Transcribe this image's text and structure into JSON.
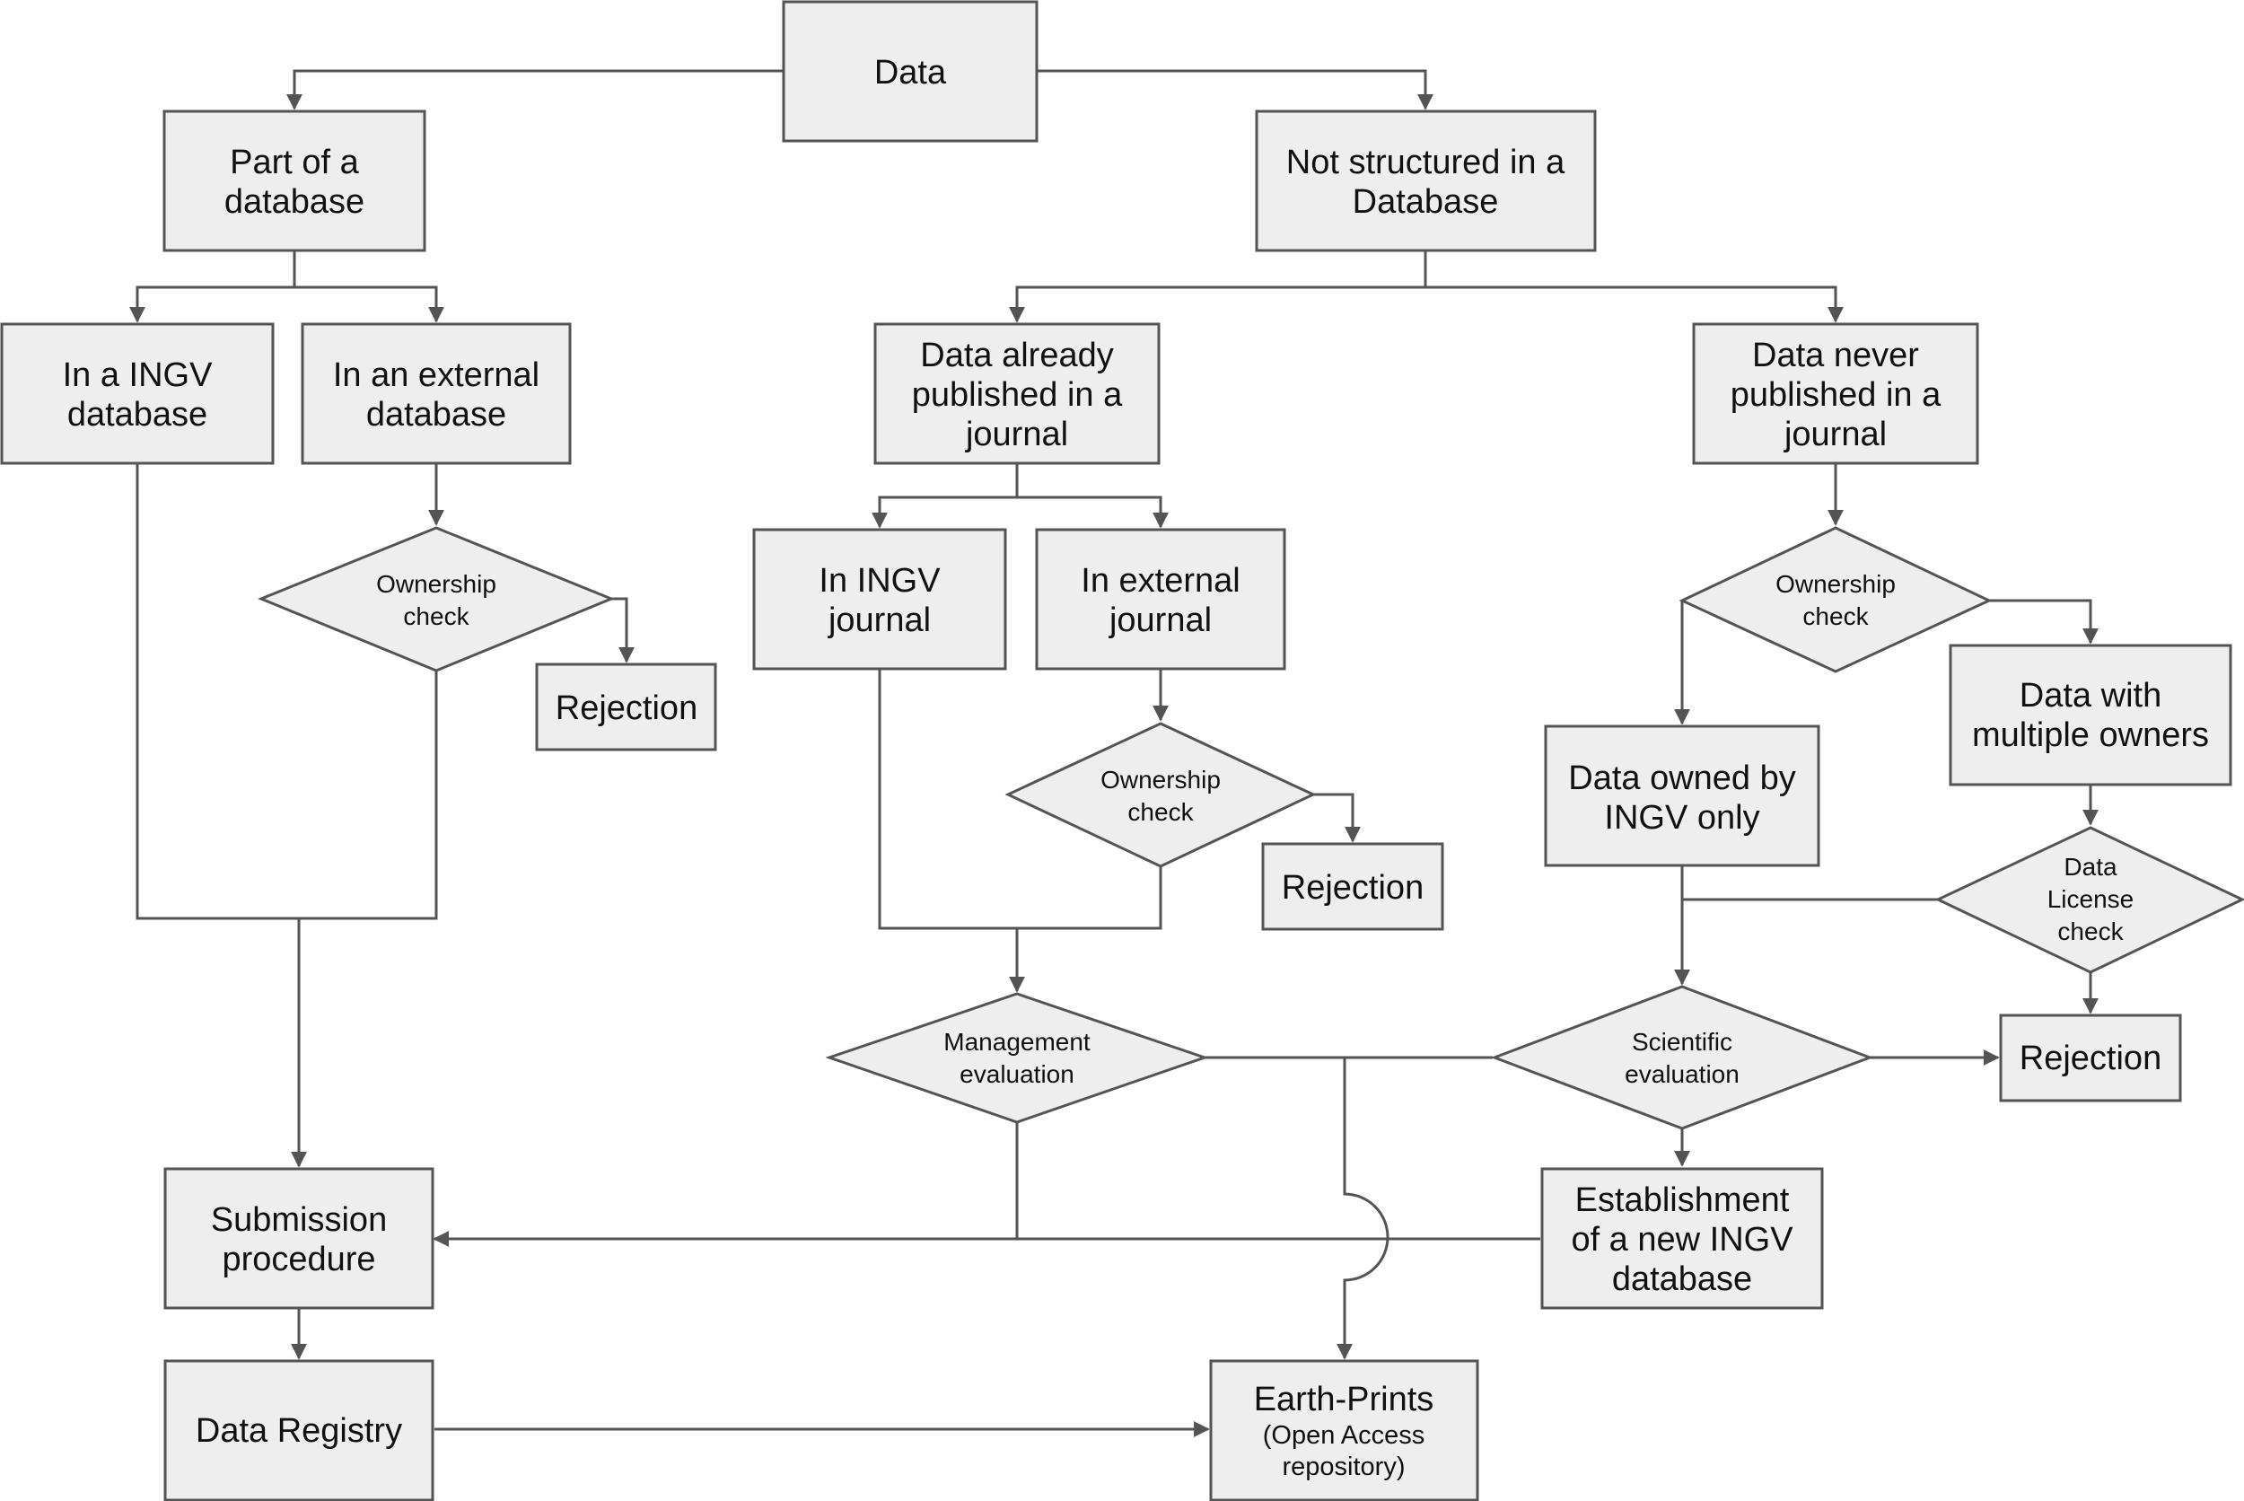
{
  "nodes": {
    "data": [
      "Data"
    ],
    "part_of_database": [
      "Part of a",
      "database"
    ],
    "not_structured": [
      "Not structured in a",
      "Database"
    ],
    "in_ingv_database": [
      "In a INGV",
      "database"
    ],
    "in_external_database": [
      "In an external",
      "database"
    ],
    "already_published": [
      "Data already",
      "published in a",
      "journal"
    ],
    "never_published": [
      "Data never",
      "published in a",
      "journal"
    ],
    "ownership_check_1": [
      "Ownership",
      "check"
    ],
    "rejection_1": [
      "Rejection"
    ],
    "in_ingv_journal": [
      "In INGV",
      "journal"
    ],
    "in_external_journal": [
      "In external",
      "journal"
    ],
    "ownership_check_2": [
      "Ownership",
      "check"
    ],
    "rejection_2": [
      "Rejection"
    ],
    "ownership_check_3": [
      "Ownership",
      "check"
    ],
    "data_owned_ingv": [
      "Data owned by",
      "INGV only"
    ],
    "data_multiple_owners": [
      "Data with",
      "multiple owners"
    ],
    "data_license_check": [
      "Data",
      "License",
      "check"
    ],
    "management_evaluation": [
      "Management",
      "evaluation"
    ],
    "scientific_evaluation": [
      "Scientific",
      "evaluation"
    ],
    "rejection_3": [
      "Rejection"
    ],
    "submission_procedure": [
      "Submission",
      "procedure"
    ],
    "new_ingv_database": [
      "Establishment",
      "of a new INGV",
      "database"
    ],
    "data_registry": [
      "Data Registry"
    ],
    "earth_prints_title": [
      "Earth-Prints"
    ],
    "earth_prints_subtitle": [
      "(Open Access",
      "repository)"
    ]
  },
  "colors": {
    "node_fill": "#eeeeee",
    "stroke": "#545454",
    "text": "#111111"
  }
}
